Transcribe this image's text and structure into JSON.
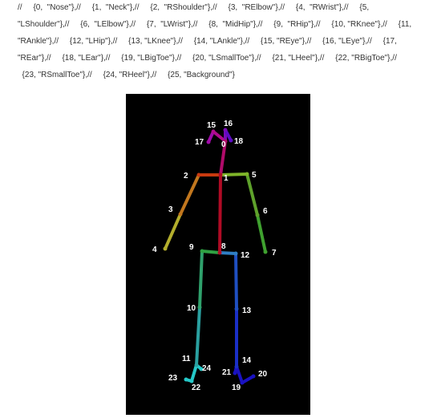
{
  "code_comment": {
    "lines": [
      "//     {0,  \"Nose\"},//     {1,  \"Neck\"},//     {2,  \"RShoulder\"},//     {3,  \"RElbow\"},//     {4,  \"RWrist\"},//     {5,",
      "\"LShoulder\"},//     {6,  \"LElbow\"},//     {7,  \"LWrist\"},//     {8,  \"MidHip\"},//     {9,  \"RHip\"},//     {10, \"RKnee\"},//     {11,",
      "\"RAnkle\"},//     {12, \"LHip\"},//     {13, \"LKnee\"},//     {14, \"LAnkle\"},//     {15, \"REye\"},//     {16, \"LEye\"},//     {17,",
      "\"REar\"},//     {18, \"LEar\"},//     {19, \"LBigToe\"},//     {20, \"LSmallToe\"},//     {21, \"LHeel\"},//     {22, \"RBigToe\"},//",
      "  {23, \"RSmallToe\"},//     {24, \"RHeel\"},//     {25, \"Background\"}"
    ]
  },
  "skeleton": {
    "background_color": "#000000",
    "label_color": "#ffffff",
    "keypoints": [
      {
        "id": "0",
        "label": "0"
      },
      {
        "id": "1",
        "label": "1"
      },
      {
        "id": "2",
        "label": "2"
      },
      {
        "id": "3",
        "label": "3"
      },
      {
        "id": "4",
        "label": "4"
      },
      {
        "id": "5",
        "label": "5"
      },
      {
        "id": "6",
        "label": "6"
      },
      {
        "id": "7",
        "label": "7"
      },
      {
        "id": "8",
        "label": "8"
      },
      {
        "id": "9",
        "label": "9"
      },
      {
        "id": "10",
        "label": "10"
      },
      {
        "id": "11",
        "label": "11"
      },
      {
        "id": "12",
        "label": "12"
      },
      {
        "id": "13",
        "label": "13"
      },
      {
        "id": "14",
        "label": "14"
      },
      {
        "id": "15",
        "label": "15"
      },
      {
        "id": "16",
        "label": "16"
      },
      {
        "id": "17",
        "label": "17"
      },
      {
        "id": "18",
        "label": "18"
      },
      {
        "id": "19",
        "label": "19"
      },
      {
        "id": "20",
        "label": "20"
      },
      {
        "id": "21",
        "label": "21"
      },
      {
        "id": "22",
        "label": "22"
      },
      {
        "id": "23",
        "label": "23"
      },
      {
        "id": "24",
        "label": "24"
      }
    ],
    "limbs": [
      {
        "from": "1",
        "to": "8",
        "color": "#b00b25"
      },
      {
        "from": "1",
        "to": "2",
        "color": "#c93a0f"
      },
      {
        "from": "1",
        "to": "5",
        "color": "#7fb529"
      },
      {
        "from": "2",
        "to": "3",
        "color": "#c2771e"
      },
      {
        "from": "3",
        "to": "4",
        "color": "#b3ae2c"
      },
      {
        "from": "5",
        "to": "6",
        "color": "#5ea12b"
      },
      {
        "from": "6",
        "to": "7",
        "color": "#3fa12f"
      },
      {
        "from": "8",
        "to": "9",
        "color": "#2fa143"
      },
      {
        "from": "9",
        "to": "10",
        "color": "#2fa16c"
      },
      {
        "from": "10",
        "to": "11",
        "color": "#2aa0a0"
      },
      {
        "from": "8",
        "to": "12",
        "color": "#2f7ec4"
      },
      {
        "from": "12",
        "to": "13",
        "color": "#1f4fc1"
      },
      {
        "from": "13",
        "to": "14",
        "color": "#1a2fc7"
      },
      {
        "from": "1",
        "to": "0",
        "color": "#b00b6a"
      },
      {
        "from": "0",
        "to": "15",
        "color": "#b00b8c"
      },
      {
        "from": "15",
        "to": "17",
        "color": "#a00ba8"
      },
      {
        "from": "0",
        "to": "16",
        "color": "#7a0bb8"
      },
      {
        "from": "16",
        "to": "18",
        "color": "#5c0bc4"
      },
      {
        "from": "14",
        "to": "19",
        "color": "#1a12c2"
      },
      {
        "from": "19",
        "to": "20",
        "color": "#1a12c2"
      },
      {
        "from": "14",
        "to": "21",
        "color": "#1a12c2"
      },
      {
        "from": "11",
        "to": "22",
        "color": "#25c8c8"
      },
      {
        "from": "22",
        "to": "23",
        "color": "#25c8c8"
      },
      {
        "from": "11",
        "to": "24",
        "color": "#25c8c8"
      }
    ]
  }
}
